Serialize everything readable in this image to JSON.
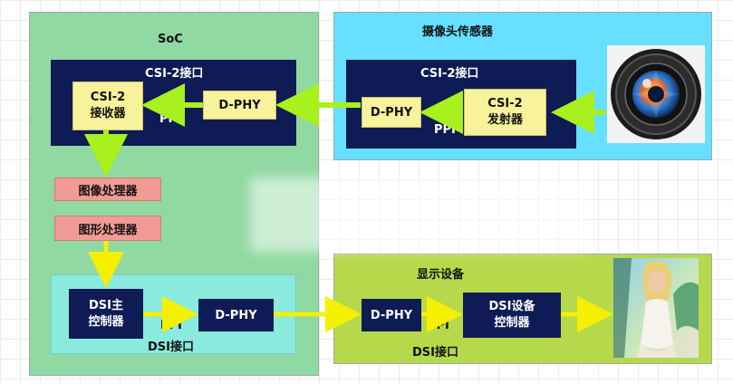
{
  "soc": {
    "title": "SoC",
    "csi_rx_title": "CSI-2接口",
    "csi_rx": "CSI-2\n接收器",
    "dphy_rx": "D-PHY",
    "ppi_rx": "PPI",
    "image_processor": "图像处理器",
    "graphics_processor": "图形处理器",
    "dsi_host": "DSI主\n控制器",
    "dphy_tx": "D-PHY",
    "ppi_tx": "PPI",
    "dsi_if": "DSI接口"
  },
  "sensor": {
    "title": "摄像头传感器",
    "csi_title": "CSI-2接口",
    "dphy": "D-PHY",
    "ppi": "PPI",
    "csi_tx": "CSI-2\n发射器"
  },
  "display": {
    "title": "显示设备",
    "dphy": "D-PHY",
    "ppi": "PPI",
    "dsi_ctrl": "DSI设备\n控制器",
    "dsi_if": "DSI接口"
  },
  "colors": {
    "soc_bg": "#90d9a3",
    "sensor_bg": "#67e0ff",
    "display_bg": "#b5d94a",
    "dsi_host_box": "#8aeadd",
    "navy": "#0e1b55",
    "arrow": "#a8f01e",
    "arrow_yellow": "#f5f000"
  }
}
